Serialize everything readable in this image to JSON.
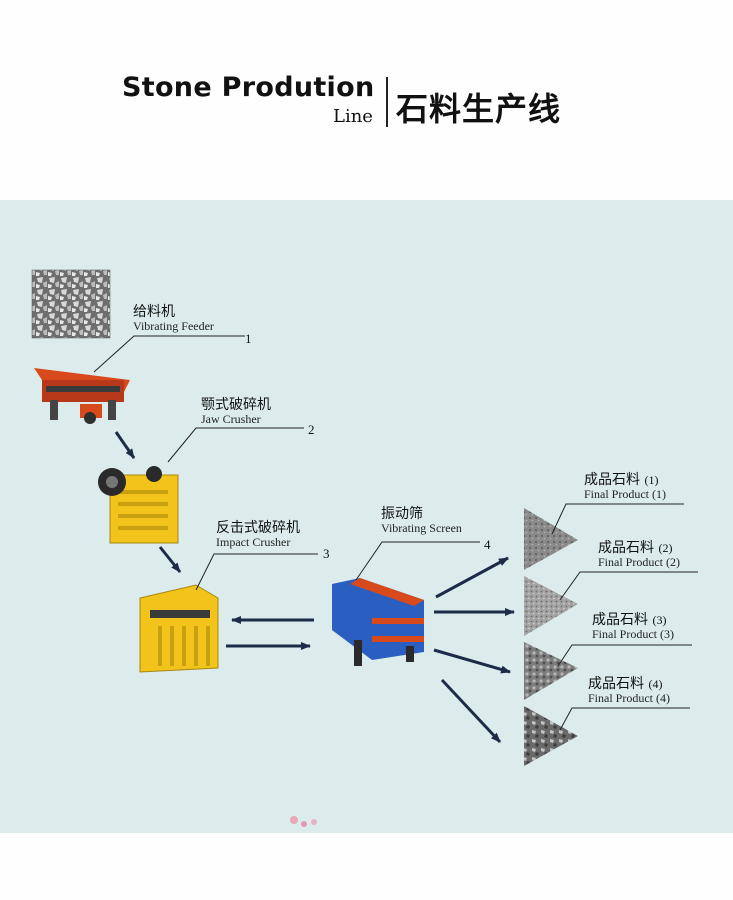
{
  "header": {
    "title_en_line1": "Stone Prodution",
    "title_en_line2": "Line",
    "title_zh": "石料生产线"
  },
  "steps": [
    {
      "zh": "给料机",
      "en": "Vibrating Feeder",
      "num": "1"
    },
    {
      "zh": "颚式破碎机",
      "en": "Jaw  Crusher",
      "num": "2"
    },
    {
      "zh": "反击式破碎机",
      "en": "Impact Crusher",
      "num": "3"
    },
    {
      "zh": "振动筛",
      "en": "Vibrating Screen",
      "num": "4"
    }
  ],
  "products": [
    {
      "zh": "成品石料",
      "n": "(1)",
      "en": "Final Product (1)"
    },
    {
      "zh": "成品石料",
      "n": "(2)",
      "en": "Final Product (2)"
    },
    {
      "zh": "成品石料",
      "n": "(3)",
      "en": "Final Product (3)"
    },
    {
      "zh": "成品石料",
      "n": "(4)",
      "en": "Final Product (4)"
    }
  ],
  "colors": {
    "panel_bg": "#dcecec",
    "arrow": "#1c2c48",
    "machine_yellow": "#f2c31a",
    "machine_orange": "#d84a1c",
    "screen_blue": "#2a5ec0",
    "stone_gray": "#8e8e8e"
  }
}
